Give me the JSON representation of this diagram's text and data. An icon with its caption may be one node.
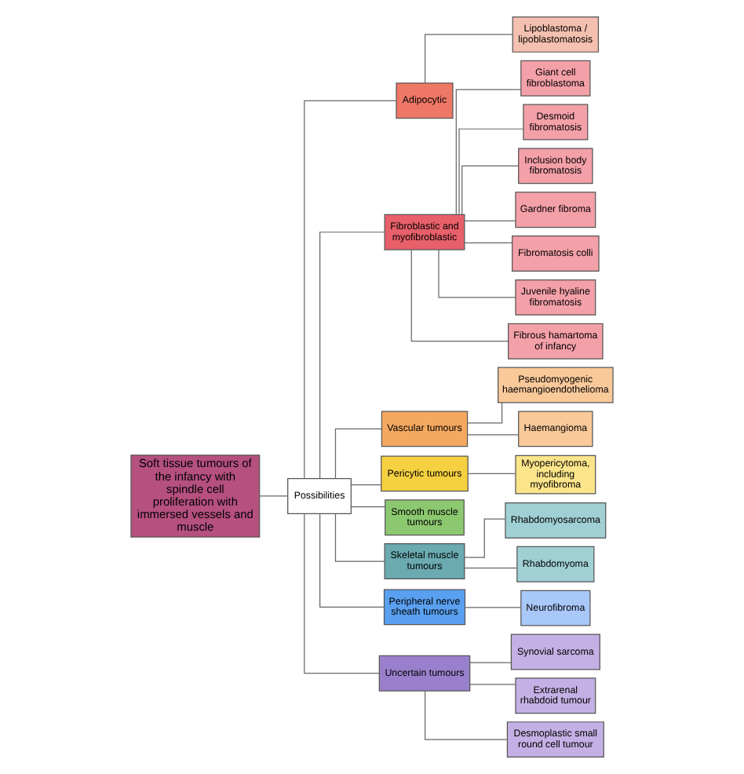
{
  "diagram": {
    "nodes": [
      {
        "text": [
          "Soft tissue tumours of the infancy with spindle cell proliferation with immersed vessels and muscle"
        ]
      },
      {
        "text": [
          "Possibilities"
        ]
      },
      {
        "text": [
          "Adipocytic"
        ]
      },
      {
        "text": [
          "Lipoblastoma / lipoblastomatosis"
        ]
      },
      {
        "text": [
          "Fibroblastic and myofibroblastic"
        ]
      },
      {
        "text": [
          "Giant cell fibroblastoma"
        ]
      },
      {
        "text": [
          "Desmoid fibromatosis"
        ]
      },
      {
        "text": [
          "Inclusion body fibromatosis"
        ]
      },
      {
        "text": [
          "Gardner fibroma"
        ]
      },
      {
        "text": [
          "Fibromatosis colli"
        ]
      },
      {
        "text": [
          "Juvenile hyaline fibromatosis"
        ]
      },
      {
        "text": [
          "Fibrous hamartoma of infancy"
        ]
      },
      {
        "text": [
          "Vascular tumours"
        ]
      },
      {
        "text": [
          "Pseudomyogenic haemangioendothelioma"
        ]
      },
      {
        "text": [
          "Haemangioma"
        ]
      },
      {
        "text": [
          "Pericytic tumours"
        ]
      },
      {
        "text": [
          "Myopericytoma, including myofibroma"
        ]
      },
      {
        "text": [
          "Smooth muscle tumours"
        ]
      },
      {
        "text": [
          "Skeletal muscle tumours"
        ]
      },
      {
        "text": [
          "Rhabdomyosarcoma"
        ]
      },
      {
        "text": [
          "Rhabdomyoma"
        ]
      },
      {
        "text": [
          "Peripheral nerve sheath tumours"
        ]
      },
      {
        "text": [
          "Neurofibroma"
        ]
      },
      {
        "text": [
          "Uncertain tumours"
        ]
      },
      {
        "text": [
          "Synovial sarcoma"
        ]
      },
      {
        "text": [
          "Extrarenal rhabdoid tumour"
        ]
      },
      {
        "text": [
          "Desmoplastic small round cell tumour"
        ]
      }
    ],
    "edges": [
      {
        "from": 0,
        "to": 1,
        "arrow": "none"
      },
      {
        "from": 1,
        "to": 2,
        "arrow": "none"
      },
      {
        "from": 1,
        "to": 4,
        "arrow": "none"
      },
      {
        "from": 1,
        "to": 12,
        "arrow": "none"
      },
      {
        "from": 1,
        "to": 15,
        "arrow": "none"
      },
      {
        "from": 1,
        "to": 17,
        "arrow": "none"
      },
      {
        "from": 1,
        "to": 18,
        "arrow": "none"
      },
      {
        "from": 1,
        "to": 21,
        "arrow": "none"
      },
      {
        "from": 1,
        "to": 23,
        "arrow": "none"
      },
      {
        "from": 2,
        "to": 3,
        "arrow": "none"
      },
      {
        "from": 4,
        "to": 5,
        "arrow": "none"
      },
      {
        "from": 4,
        "to": 6,
        "arrow": "none"
      },
      {
        "from": 4,
        "to": 7,
        "arrow": "none"
      },
      {
        "from": 4,
        "to": 8,
        "arrow": "none"
      },
      {
        "from": 4,
        "to": 9,
        "arrow": "none"
      },
      {
        "from": 4,
        "to": 10,
        "arrow": "none"
      },
      {
        "from": 4,
        "to": 11,
        "arrow": "none"
      },
      {
        "from": 12,
        "to": 13,
        "arrow": "none"
      },
      {
        "from": 12,
        "to": 14,
        "arrow": "none"
      },
      {
        "from": 15,
        "to": 16,
        "arrow": "none"
      },
      {
        "from": 18,
        "to": 19,
        "arrow": "none"
      },
      {
        "from": 18,
        "to": 20,
        "arrow": "none"
      },
      {
        "from": 21,
        "to": 22,
        "arrow": "none"
      },
      {
        "from": 23,
        "to": 24,
        "arrow": "none"
      },
      {
        "from": 23,
        "to": 25,
        "arrow": "none"
      },
      {
        "from": 23,
        "to": 26,
        "arrow": "none"
      }
    ]
  }
}
